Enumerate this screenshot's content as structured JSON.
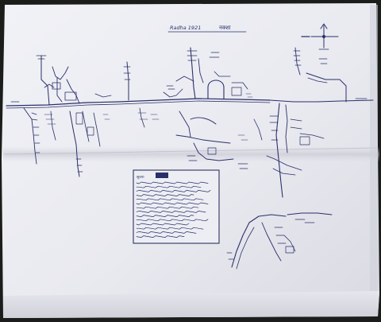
{
  "map": {
    "title_latin": "Radha 1921",
    "title_devanagari": "नक्शा"
  },
  "legend": {
    "header": "सूचना",
    "line_count": 14
  },
  "colors": {
    "ink": "#2a2f6a",
    "paper": "#ecedf2",
    "background": "#1b1d1a",
    "fold_shadow": "#c9cad4"
  },
  "icons": {
    "compass": "north-arrow-icon"
  }
}
